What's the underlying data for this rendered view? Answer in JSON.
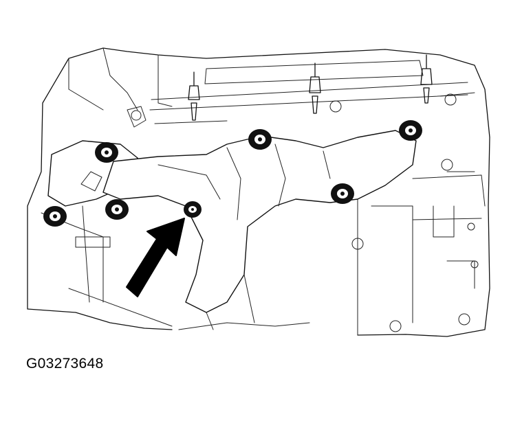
{
  "figure": {
    "id_label": "G03273648"
  },
  "fasteners": [
    {
      "name": "bolt-upper-left"
    },
    {
      "name": "bolt-far-left"
    },
    {
      "name": "bolt-lower-left"
    },
    {
      "name": "bolt-indicated"
    },
    {
      "name": "bolt-top-center"
    },
    {
      "name": "bolt-top-right"
    },
    {
      "name": "bolt-right"
    }
  ],
  "indicator": {
    "icon": "arrow-icon",
    "color": "#000000"
  },
  "colors": {
    "line": "#111111",
    "background": "#ffffff"
  }
}
